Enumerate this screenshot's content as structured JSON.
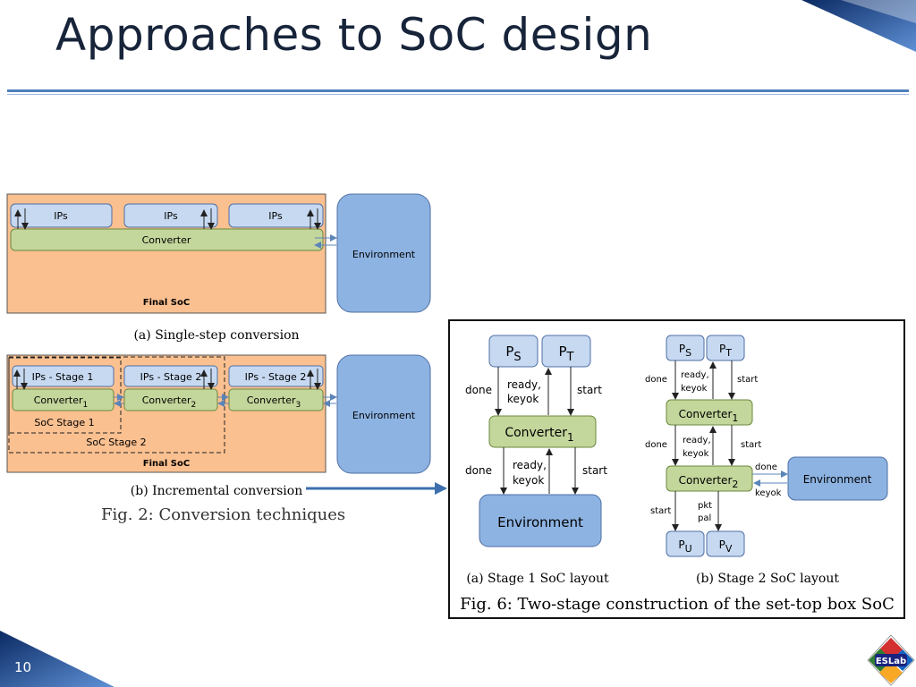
{
  "slide": {
    "title": "Approaches to SoC design",
    "number": "10",
    "logo_text": "ESLab"
  },
  "fig2": {
    "a": {
      "ips": [
        "IPs",
        "IPs",
        "IPs"
      ],
      "converter": "Converter",
      "environment": "Environment",
      "soc_label": "Final SoC",
      "caption": "(a)  Single-step conversion"
    },
    "b": {
      "ips": [
        "IPs - Stage 1",
        "IPs - Stage 2",
        "IPs - Stage 2"
      ],
      "converters": [
        {
          "base": "Converter",
          "sub": "1"
        },
        {
          "base": "Converter",
          "sub": "2"
        },
        {
          "base": "Converter",
          "sub": "3"
        }
      ],
      "stage1": "SoC Stage 1",
      "stage2": "SoC Stage 2",
      "soc_label": "Final SoC",
      "environment": "Environment",
      "caption": "(b)  Incremental conversion"
    },
    "caption": "Fig. 2:  Conversion techniques"
  },
  "fig6": {
    "a": {
      "ps": {
        "base": "P",
        "sub": "S"
      },
      "pt": {
        "base": "P",
        "sub": "T"
      },
      "converter": {
        "base": "Converter",
        "sub": "1"
      },
      "environment": "Environment",
      "done1": "done",
      "ready1": "ready,",
      "keyok1": "keyok",
      "start1": "start",
      "done2": "done",
      "ready2": "ready,",
      "keyok2": "keyok",
      "start2": "start",
      "caption": "(a)  Stage 1 SoC layout"
    },
    "b": {
      "ps": {
        "base": "P",
        "sub": "S"
      },
      "pt": {
        "base": "P",
        "sub": "T"
      },
      "converter1": {
        "base": "Converter",
        "sub": "1"
      },
      "converter2": {
        "base": "Converter",
        "sub": "2"
      },
      "environment": "Environment",
      "pu": {
        "base": "P",
        "sub": "U"
      },
      "pv": {
        "base": "P",
        "sub": "V"
      },
      "done1": "done",
      "ready1": "ready,",
      "keyok1": "keyok",
      "start1": "start",
      "done2": "done",
      "ready2": "ready,",
      "keyok2": "keyok",
      "start2": "start",
      "done_env": "done",
      "keyok_env": "keyok",
      "start3": "start",
      "pkt": "pkt",
      "pal": "pal",
      "caption": "(b)  Stage 2 SoC layout"
    },
    "caption": "Fig. 6:  Two-stage construction of the set-top box SoC"
  },
  "colors": {
    "title": "#17243a",
    "accent": "#4f81bd",
    "soc_fill": "#fac090",
    "ip_fill": "#c6d9f1",
    "converter_fill": "#c3d69b",
    "environment_fill": "#8db3e2",
    "corner": "#1f4e9a"
  }
}
